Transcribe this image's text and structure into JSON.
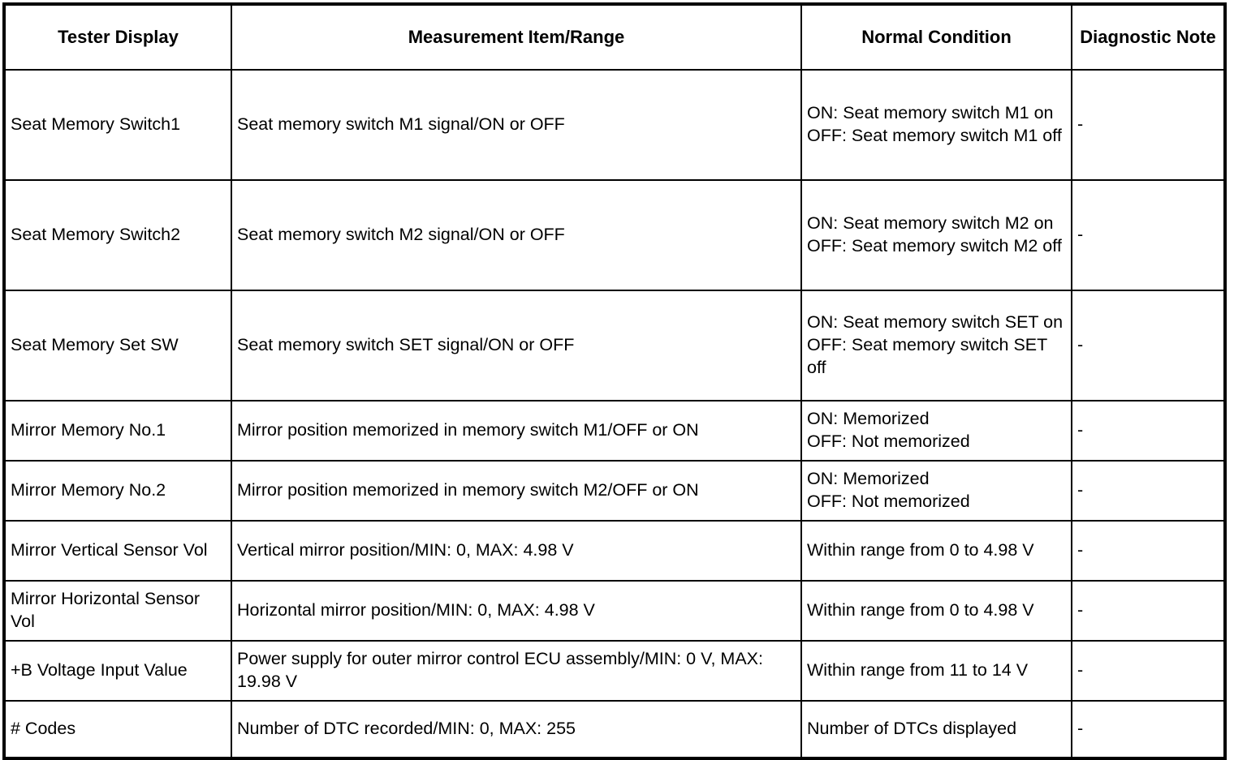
{
  "table": {
    "columns": [
      {
        "key": "tester",
        "label": "Tester Display"
      },
      {
        "key": "measurement",
        "label": "Measurement Item/Range"
      },
      {
        "key": "normal",
        "label": "Normal Condition"
      },
      {
        "key": "note",
        "label": "Diagnostic Note"
      }
    ],
    "rows": [
      {
        "tester": "Seat Memory Switch1",
        "measurement": "Seat memory switch M1 signal/ON or OFF",
        "normal": "ON: Seat memory switch M1 on\nOFF: Seat memory switch M1 off",
        "note": "-"
      },
      {
        "tester": "Seat Memory Switch2",
        "measurement": "Seat memory switch M2 signal/ON or OFF",
        "normal": "ON: Seat memory switch M2 on\nOFF: Seat memory switch M2 off",
        "note": "-"
      },
      {
        "tester": "Seat Memory Set SW",
        "measurement": "Seat memory switch SET signal/ON or OFF",
        "normal": "ON: Seat memory switch SET on\nOFF: Seat memory switch SET off",
        "note": "-"
      },
      {
        "tester": "Mirror Memory No.1",
        "measurement": "Mirror position memorized in memory switch M1/OFF or ON",
        "normal": "ON: Memorized\nOFF: Not memorized",
        "note": "-"
      },
      {
        "tester": "Mirror Memory No.2",
        "measurement": "Mirror position memorized in memory switch M2/OFF or ON",
        "normal": "ON: Memorized\nOFF: Not memorized",
        "note": "-"
      },
      {
        "tester": "Mirror Vertical Sensor Vol",
        "measurement": "Vertical mirror position/MIN: 0, MAX: 4.98 V",
        "normal": "Within range from 0 to 4.98 V",
        "note": "-"
      },
      {
        "tester": "Mirror Horizontal Sensor Vol",
        "measurement": "Horizontal mirror position/MIN: 0, MAX: 4.98 V",
        "normal": "Within range from 0 to 4.98 V",
        "note": "-"
      },
      {
        "tester": "+B Voltage Input Value",
        "measurement": "Power supply for outer mirror control ECU assembly/MIN: 0 V, MAX: 19.98 V",
        "normal": "Within range from 11 to 14 V",
        "note": "-"
      },
      {
        "tester": "# Codes",
        "measurement": "Number of DTC recorded/MIN: 0, MAX: 255",
        "normal": "Number of DTCs displayed",
        "note": "-"
      }
    ]
  }
}
